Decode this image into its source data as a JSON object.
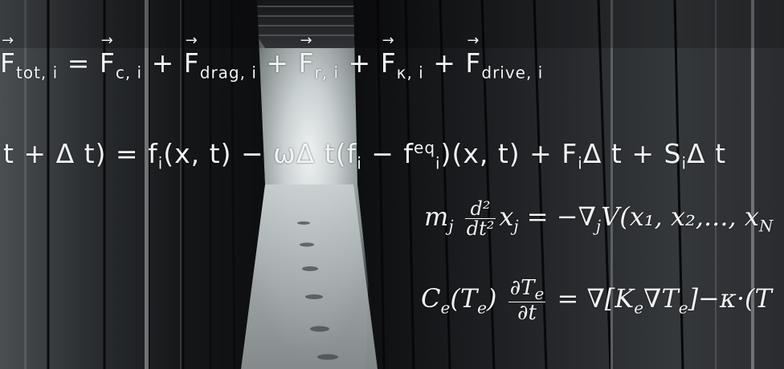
{
  "equations": {
    "force_balance": {
      "lhs": "F",
      "lhs_sub": "tot, i",
      "terms": [
        {
          "sign": "=",
          "base": "F",
          "sub": "c, i"
        },
        {
          "sign": "+",
          "base": "F",
          "sub": "drag, i"
        },
        {
          "sign": "+",
          "base": "F",
          "sub": "r, i"
        },
        {
          "sign": "+",
          "base": "F",
          "sub": "κ, i"
        },
        {
          "sign": "+",
          "base": "F",
          "sub": "drive, i"
        }
      ]
    },
    "lattice_boltzmann": {
      "text_a": "t + Δ  t) =  f",
      "sub_a": "i",
      "text_b": "(x, t)  −  ωΔ t(f",
      "sub_b": "i",
      "text_c": "  −  f",
      "sup_c": "eq",
      "sub_c": "i",
      "text_d": ")(x, t) +  F",
      "sub_d": "i",
      "text_e": "Δ t +  S",
      "sub_e": "i",
      "text_f": "Δ t"
    },
    "newton": {
      "text": "m",
      "sub_j": "j",
      "frac_num": "d²",
      "frac_den": "dt²",
      "rest": "x",
      "rest_sub": "j",
      "rhs": " = −∇",
      "rhs_sub": "j",
      "rhs_tail": "V(x₁, x₂,..., x",
      "rhs_tail_sub": "N"
    },
    "heat": {
      "c": "C",
      "c_sub": "e",
      "arg": "(T",
      "arg_sub": "e",
      "arg_close": ")",
      "frac_num": "∂T",
      "frac_num_sub": "e",
      "frac_den": "∂t",
      "rhs": " = ∇[K",
      "rhs_sub": "e",
      "rhs_mid": "∇T",
      "rhs_mid_sub": "e",
      "rhs_tail": "]−κ·(T"
    }
  },
  "colors": {
    "equation_text": "#f1f3f4",
    "rack_dark": "#1b1d1f",
    "corridor_light": "#d8dfe0"
  }
}
